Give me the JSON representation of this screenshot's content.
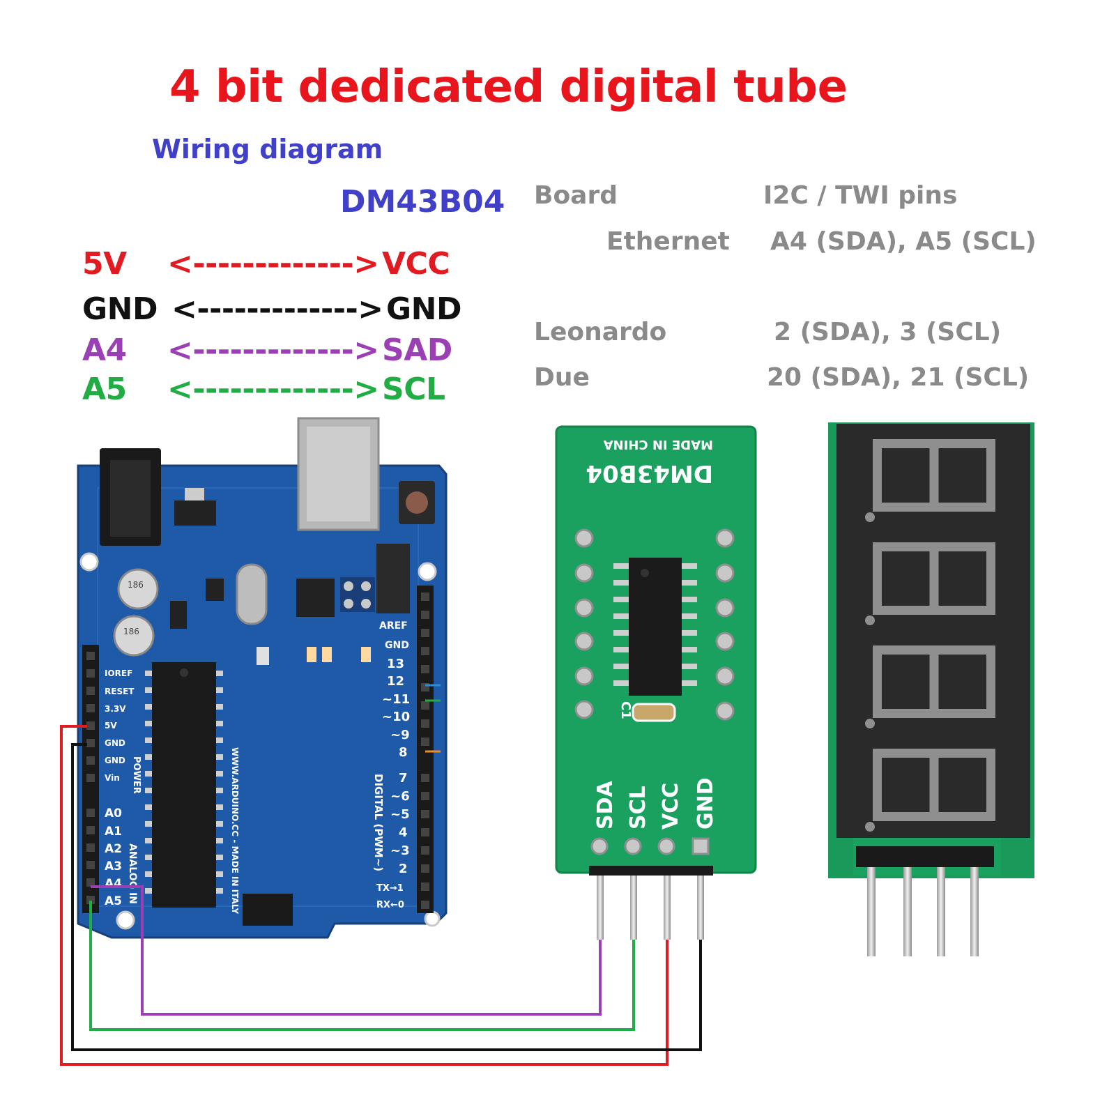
{
  "title": "4 bit dedicated digital tube",
  "subtitle": "Wiring diagram",
  "model": "DM43B04",
  "colors": {
    "title": "#e8161c",
    "subtitle": "#4040c8",
    "red": "#e01c22",
    "black": "#111111",
    "purple": "#9b3fb5",
    "green": "#22ad44",
    "table_text": "#8a8a8a",
    "arduino": "#1f5aa8",
    "module": "#1aa160"
  },
  "connections": [
    {
      "from": "5V",
      "arrow": "<------------->",
      "to": "VCC",
      "color": "#e01c22"
    },
    {
      "from": "GND",
      "arrow": "<------------->",
      "to": "GND",
      "color": "#111111"
    },
    {
      "from": "A4",
      "arrow": "<------------->",
      "to": "SAD",
      "color": "#9b3fb5"
    },
    {
      "from": "A5",
      "arrow": "<------------->",
      "to": "SCL",
      "color": "#22ad44"
    }
  ],
  "pin_table": {
    "header": {
      "board": "Board",
      "pins": "I2C / TWI pins"
    },
    "rows": [
      {
        "board": "Ethernet",
        "pins": "A4 (SDA), A5 (SCL)"
      },
      {
        "board": "Leonardo",
        "pins": "2 (SDA), 3 (SCL)"
      },
      {
        "board": "Due",
        "pins": "20 (SDA), 21 (SCL)"
      }
    ]
  },
  "arduino_labels": {
    "aref": "AREF",
    "gnd": "GND",
    "digital_pins": [
      "13",
      "12",
      "~11",
      "~10",
      "~9",
      "8",
      "7",
      "~6",
      "~5",
      "4",
      "~3",
      "2",
      "TX→1",
      "RX←0"
    ],
    "power_pins": [
      "IOREF",
      "RESET",
      "3.3V",
      "5V",
      "GND",
      "GND",
      "Vin"
    ],
    "analog_pins": [
      "A0",
      "A1",
      "A2",
      "A3",
      "A4",
      "A5"
    ],
    "power_label": "POWER",
    "analog_label": "ANALOG IN",
    "digital_label": "DIGITAL (PWM~)",
    "made_in": "WWW.ARDUINO.CC - MADE IN ITALY",
    "cap1": "186",
    "cap2": "186"
  },
  "module_labels": {
    "made_in": "MADE IN CHINA",
    "model": "DM43B04",
    "pins": [
      "SDA",
      "SCL",
      "VCC",
      "GND"
    ],
    "cap": "C1"
  },
  "display_digits": 4
}
